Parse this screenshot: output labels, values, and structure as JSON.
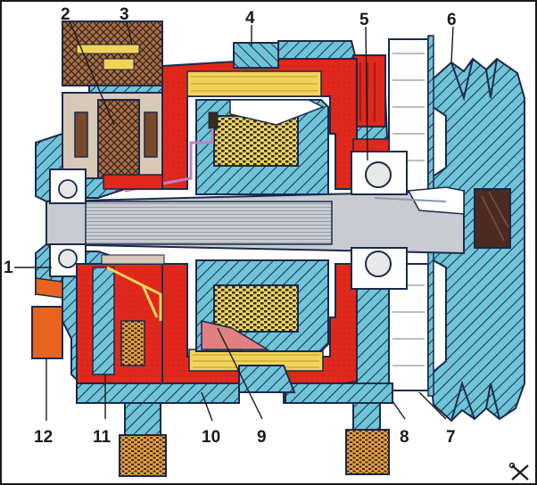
{
  "labels": {
    "l1": "1",
    "l2": "2",
    "l3": "3",
    "l4": "4",
    "l5": "5",
    "l6": "6",
    "l7": "7",
    "l8": "8",
    "l9": "9",
    "l10": "10",
    "l11": "11",
    "l12": "12"
  },
  "colors": {
    "housing_blue": "#6fc4d8",
    "hatch_line": "#1b2a4a",
    "stator_red": "#e0281c",
    "winding_yellow": "#f2d35a",
    "brush_brown": "#7a4a2a",
    "capacitor_orange": "#e8641e",
    "shaft_grey": "#c8ccd2",
    "frame_border": "#1a1a1a"
  }
}
